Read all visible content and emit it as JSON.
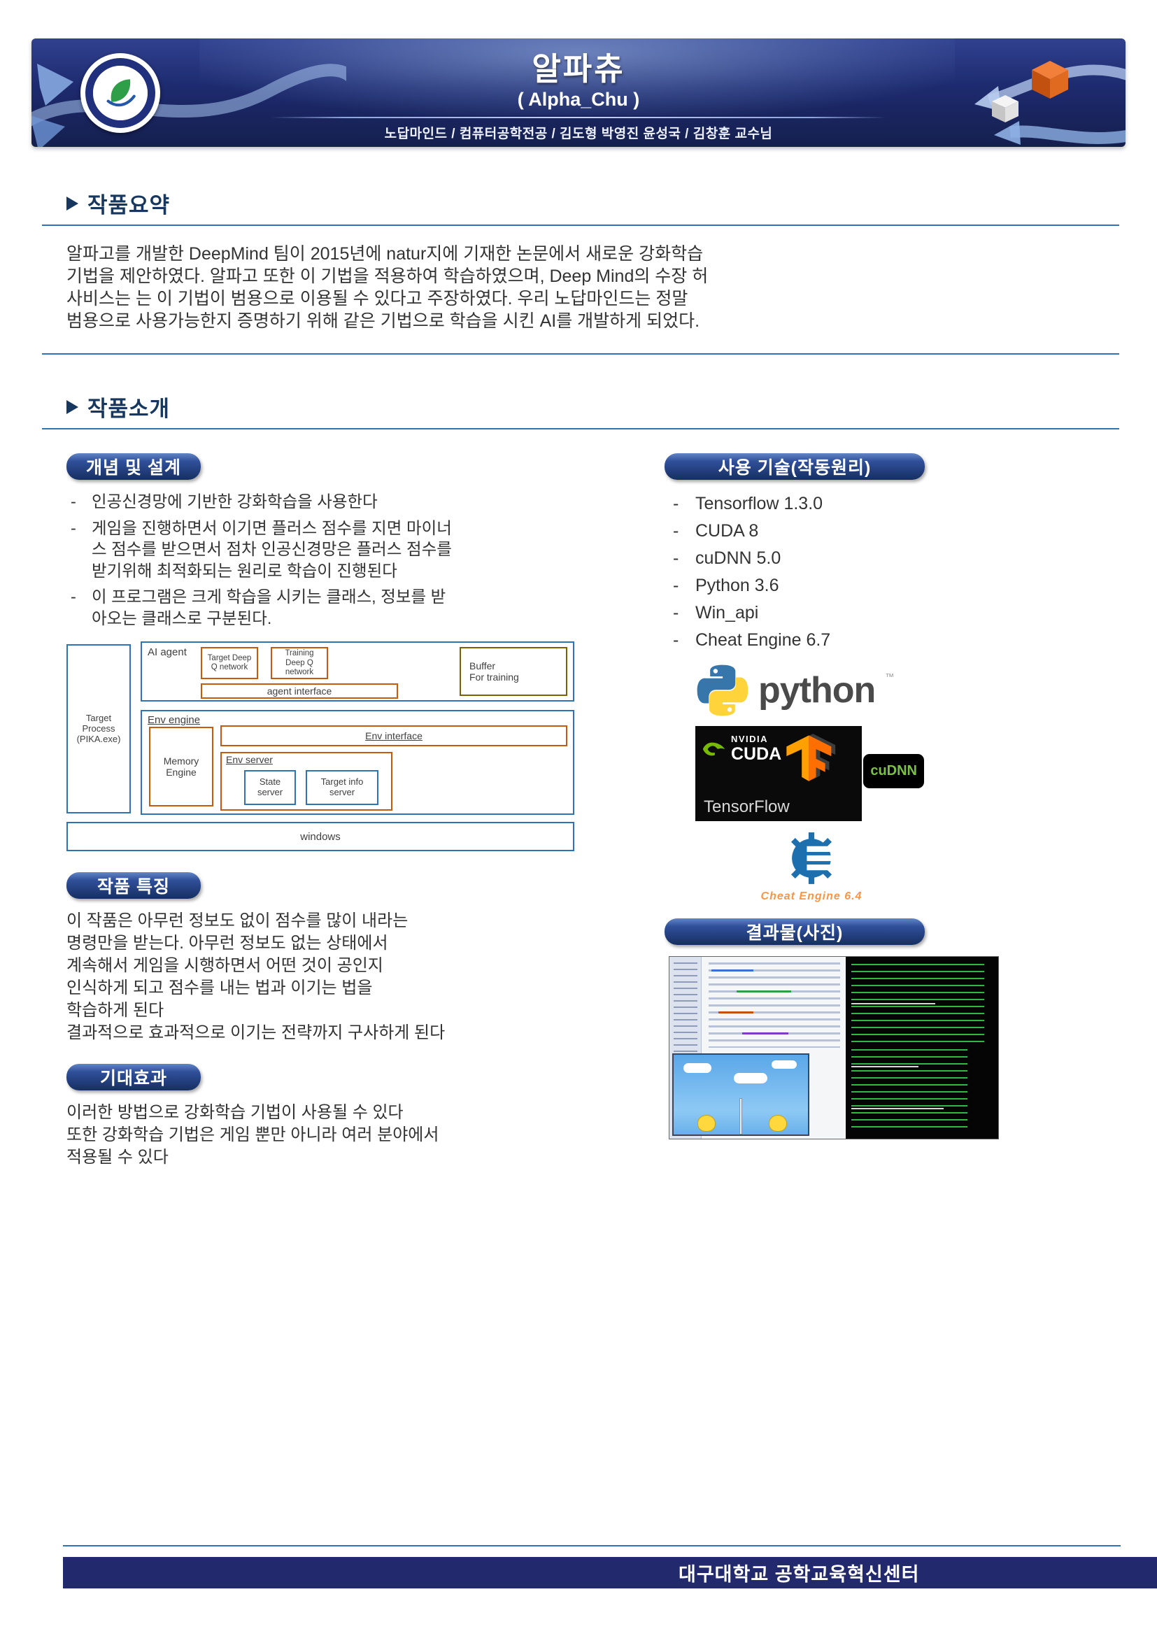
{
  "header": {
    "title": "알파츄",
    "subtitle": "( Alpha_Chu )",
    "team_line": "노답마인드 / 컴퓨터공학전공 / 김도형 박영진 윤성국 / 김창훈 교수님"
  },
  "summary": {
    "heading": "작품요약",
    "body": "알파고를 개발한 DeepMind 팀이 2015년에 natur지에 기재한  논문에서 새로운 강화학습\n기법을 제안하였다. 알파고 또한 이 기법을 적용하여 학습하였으며, Deep Mind의 수장 허\n사비스는 는 이 기법이 범용으로 이용될 수 있다고 주장하였다. 우리 노답마인드는 정말\n범용으로 사용가능한지 증명하기 위해 같은 기법으로 학습을 시킨 AI를 개발하게 되었다."
  },
  "intro": {
    "heading": "작품소개"
  },
  "concept": {
    "badge": "개념 및 설계",
    "bullets": [
      "인공신경망에 기반한 강화학습을 사용한다",
      "게임을 진행하면서 이기면 플러스 점수를 지면 마이너\n스 점수를 받으면서 점차 인공신경망은 플러스 점수를\n받기위해 최적화되는 원리로 학습이 진행된다",
      "이 프로그램은 크게 학습을 시키는 클래스, 정보를 받\n아오는 클래스로 구분된다."
    ]
  },
  "diagram": {
    "ai_agent": "AI agent",
    "target_q": "Target Deep Q network",
    "training_q": "Training Deep Q network",
    "buffer": "Buffer\nFor training",
    "agent_interface": "agent interface",
    "target_process": "Target Process (PIKA.exe)",
    "env_engine": "Env engine",
    "memory_engine": "Memory Engine",
    "env_interface": "Env interface",
    "env_server": "Env server",
    "state_server": "State server",
    "target_info_server": "Target info server",
    "windows": "windows"
  },
  "features": {
    "badge": "작품 특징",
    "body": "이 작품은 아무런 정보도 없이 점수를 많이 내라는\n명령만을 받는다. 아무런 정보도 없는 상태에서\n계속해서 게임을 시행하면서 어떤 것이 공인지\n인식하게 되고 점수를 내는 법과 이기는 법을\n학습하게 된다\n결과적으로 효과적으로 이기는 전략까지 구사하게 된다"
  },
  "effects": {
    "badge": "기대효과",
    "body": "이러한 방법으로 강화학습 기법이 사용될 수 있다\n또한 강화학습 기법은 게임 뿐만 아니라 여러 분야에서\n적용될 수 있다"
  },
  "tech": {
    "badge": "사용 기술(작동원리)",
    "items": [
      "Tensorflow 1.3.0",
      "CUDA 8",
      "cuDNN 5.0",
      "Python 3.6",
      "Win_api",
      "Cheat Engine 6.7"
    ]
  },
  "logos": {
    "python_wordmark": "python",
    "python_tm": "™",
    "nvidia": "NVIDIA",
    "cuda": "CUDA",
    "tensorflow": "TensorFlow",
    "cudnn": "cuDNN",
    "cheat_engine": "Cheat Engine 6.4"
  },
  "results": {
    "badge": "결과물(사진)"
  },
  "footer": {
    "text": "대구대학교 공학교육혁신센터"
  },
  "theme": {
    "banner_navy": "#1d2a6e",
    "accent_blue": "#2e74b5",
    "heading_navy": "#17375e",
    "badge_blue": "#30509a",
    "python_blue": "#3776ab",
    "python_yellow": "#ffd43b",
    "nvidia_green": "#76b900",
    "tensorflow_orange": "#ff6f00",
    "cheat_orange": "#f79646"
  }
}
